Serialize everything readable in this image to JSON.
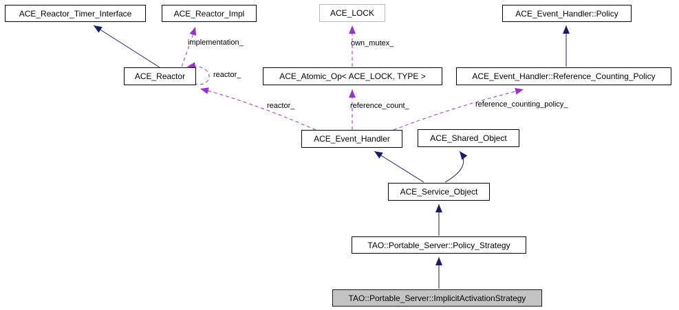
{
  "diagram": {
    "kind": "collaboration-graph",
    "colors": {
      "background": "#ffffff",
      "inheritance_edge": "#191970",
      "usage_edge": "#9a32cd",
      "node_border": "#000000",
      "node_fill": "#ffffff",
      "plain_node_border": "#b9b9b9",
      "current_node_fill": "#c3c3c3",
      "text": "#000000"
    },
    "nodes": [
      {
        "id": "ace-reactor-timer-interface",
        "label": "ACE_Reactor_Timer_Interface"
      },
      {
        "id": "ace-reactor-impl",
        "label": "ACE_Reactor_Impl"
      },
      {
        "id": "ace-lock",
        "label": "ACE_LOCK"
      },
      {
        "id": "ace-event-handler-policy",
        "label": "ACE_Event_Handler::Policy"
      },
      {
        "id": "ace-reactor",
        "label": "ACE_Reactor"
      },
      {
        "id": "ace-atomic-op",
        "label": "ACE_Atomic_Op< ACE_LOCK, TYPE >"
      },
      {
        "id": "ace-event-handler-reference-counting-policy",
        "label": "ACE_Event_Handler::Reference_Counting_Policy"
      },
      {
        "id": "ace-event-handler",
        "label": "ACE_Event_Handler"
      },
      {
        "id": "ace-shared-object",
        "label": "ACE_Shared_Object"
      },
      {
        "id": "ace-service-object",
        "label": "ACE_Service_Object"
      },
      {
        "id": "tao-portable-server-policy-strategy",
        "label": "TAO::Portable_Server::Policy_Strategy"
      },
      {
        "id": "tao-portable-server-implicit-activation-strategy",
        "label": "TAO::Portable_Server::ImplicitActivationStrategy"
      }
    ],
    "edge_labels": [
      {
        "id": "implementation",
        "text": "implementation_"
      },
      {
        "id": "reactor-self",
        "text": "reactor_"
      },
      {
        "id": "own-mutex",
        "text": "own_mutex_"
      },
      {
        "id": "reactor",
        "text": "reactor_"
      },
      {
        "id": "reference-count",
        "text": "reference_count_"
      },
      {
        "id": "reference-counting-policy",
        "text": "reference_counting_policy_"
      }
    ],
    "edges": [
      {
        "from": "ACE_Reactor",
        "to": "ACE_Reactor_Timer_Interface",
        "kind": "inheritance",
        "label": ""
      },
      {
        "from": "ACE_Event_Handler::Reference_Counting_Policy",
        "to": "ACE_Event_Handler::Policy",
        "kind": "inheritance",
        "label": ""
      },
      {
        "from": "ACE_Service_Object",
        "to": "ACE_Event_Handler",
        "kind": "inheritance",
        "label": ""
      },
      {
        "from": "ACE_Service_Object",
        "to": "ACE_Shared_Object",
        "kind": "inheritance",
        "label": ""
      },
      {
        "from": "TAO::Portable_Server::Policy_Strategy",
        "to": "ACE_Service_Object",
        "kind": "inheritance",
        "label": ""
      },
      {
        "from": "TAO::Portable_Server::ImplicitActivationStrategy",
        "to": "TAO::Portable_Server::Policy_Strategy",
        "kind": "inheritance",
        "label": ""
      },
      {
        "from": "ACE_Reactor",
        "to": "ACE_Reactor_Impl",
        "kind": "usage",
        "label": "implementation_"
      },
      {
        "from": "ACE_Reactor",
        "to": "ACE_Reactor",
        "kind": "usage",
        "label": "reactor_"
      },
      {
        "from": "ACE_Atomic_Op< ACE_LOCK, TYPE >",
        "to": "ACE_LOCK",
        "kind": "usage",
        "label": "own_mutex_"
      },
      {
        "from": "ACE_Event_Handler",
        "to": "ACE_Reactor",
        "kind": "usage",
        "label": "reactor_"
      },
      {
        "from": "ACE_Event_Handler",
        "to": "ACE_Atomic_Op< ACE_LOCK, TYPE >",
        "kind": "usage",
        "label": "reference_count_"
      },
      {
        "from": "ACE_Event_Handler",
        "to": "ACE_Event_Handler::Reference_Counting_Policy",
        "kind": "usage",
        "label": "reference_counting_policy_"
      }
    ]
  }
}
